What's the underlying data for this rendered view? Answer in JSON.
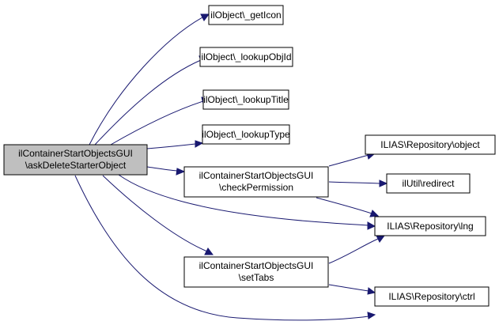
{
  "nodes": {
    "root": {
      "lines": [
        "ilContainerStartObjectsGUI",
        "\\askDeleteStarterObject"
      ]
    },
    "get_icon": {
      "lines": [
        "ilObject\\_getIcon"
      ]
    },
    "lookup_obj_id": {
      "lines": [
        "ilObject\\_lookupObjId"
      ]
    },
    "lookup_title": {
      "lines": [
        "ilObject\\_lookupTitle"
      ]
    },
    "lookup_type": {
      "lines": [
        "ilObject\\_lookupType"
      ]
    },
    "check_permission": {
      "lines": [
        "ilContainerStartObjectsGUI",
        "\\checkPermission"
      ]
    },
    "set_tabs": {
      "lines": [
        "ilContainerStartObjectsGUI",
        "\\setTabs"
      ]
    },
    "repo_object": {
      "lines": [
        "ILIAS\\Repository\\object"
      ]
    },
    "util_redirect": {
      "lines": [
        "ilUtil\\redirect"
      ]
    },
    "repo_lng": {
      "lines": [
        "ILIAS\\Repository\\lng"
      ]
    },
    "repo_ctrl": {
      "lines": [
        "ILIAS\\Repository\\ctrl"
      ]
    }
  },
  "colors": {
    "edge": "#191970",
    "root_fill": "#bfbfbf",
    "node_fill": "#ffffff",
    "node_stroke": "#000000"
  }
}
